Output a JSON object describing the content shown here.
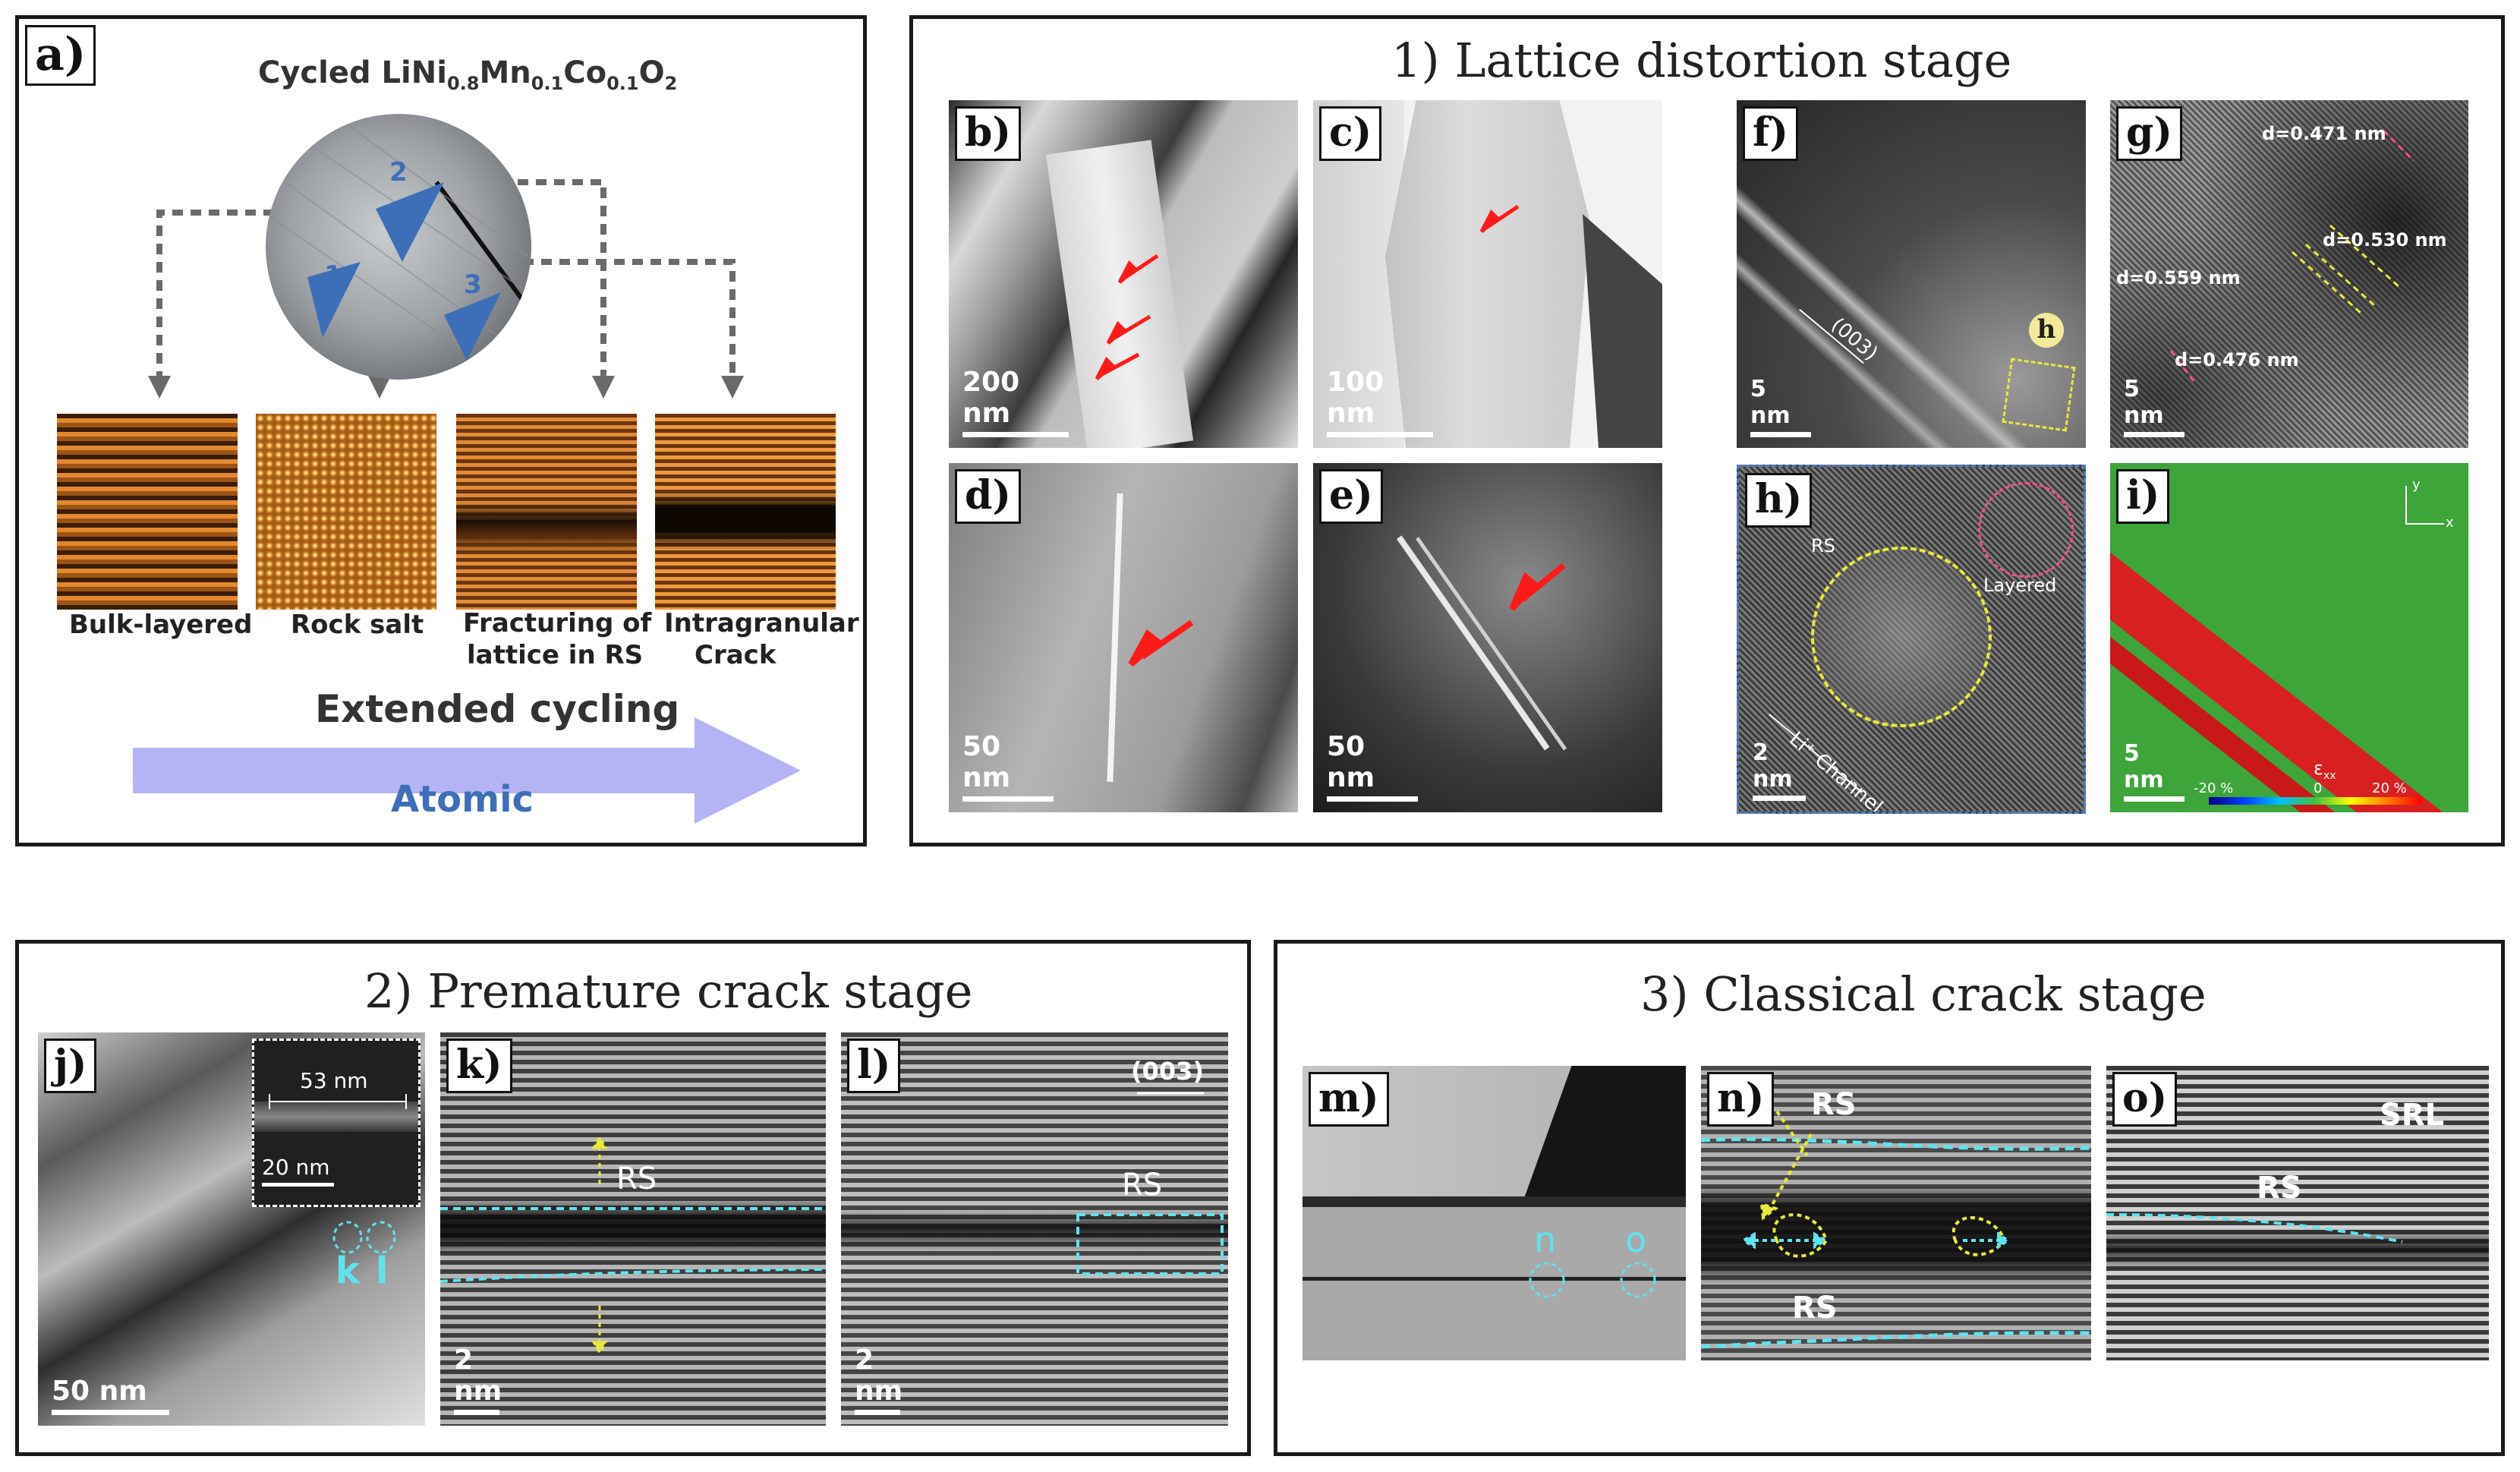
{
  "panel_a": {
    "label": "a)",
    "title_main": "Cycled LiNi",
    "title_sub1": "0.8",
    "title_mid1": "Mn",
    "title_sub2": "0.1",
    "title_mid2": "Co",
    "title_sub3": "0.1",
    "title_mid3": "O",
    "title_sub4": "2",
    "markers": [
      "1",
      "2",
      "3"
    ],
    "thumbs": [
      {
        "caption_l1": "Bulk-layered",
        "caption_l2": ""
      },
      {
        "caption_l1": "Rock salt",
        "caption_l2": ""
      },
      {
        "caption_l1": "Fracturing of",
        "caption_l2": "lattice in RS"
      },
      {
        "caption_l1": "Intragranular",
        "caption_l2": "Crack"
      }
    ],
    "arrow_top": "Extended cycling",
    "arrow_bottom": "Atomic",
    "colors": {
      "marker_blue": "#3d6fb8",
      "arrow_lavender": "#b4b4f4",
      "atomic_text": "#3d6fb8"
    }
  },
  "stage1": {
    "title": "1) Lattice distortion stage",
    "panels": [
      {
        "label": "b)",
        "scale": "200 nm"
      },
      {
        "label": "c)",
        "scale": "100 nm"
      },
      {
        "label": "d)",
        "scale": "50 nm"
      },
      {
        "label": "e)",
        "scale": "50 nm"
      },
      {
        "label": "f)",
        "scale": "5 nm",
        "annotation": "(003)",
        "marker": "h"
      },
      {
        "label": "g)",
        "scale": "5 nm",
        "d_values": [
          "d=0.471 nm",
          "d=0.530 nm",
          "d=0.559 nm",
          "d=0.476 nm"
        ]
      },
      {
        "label": "h)",
        "scale": "2 nm",
        "regions": [
          "RS",
          "Layered"
        ],
        "channel": "Li⁺ Channel"
      },
      {
        "label": "i)",
        "scale": "5 nm",
        "axis_y": "y",
        "axis_x": "x",
        "cbar_min": "-20 %",
        "cbar_mid": "0",
        "cbar_max": "20 %",
        "cbar_title": "ε",
        "cbar_sub": "xx"
      }
    ]
  },
  "stage2": {
    "title": "2) Premature crack stage",
    "panels": [
      {
        "label": "j)",
        "scale": "50 nm",
        "inset_dim": "53 nm",
        "inset_scale": "20 nm",
        "markers": [
          "k",
          "l"
        ]
      },
      {
        "label": "k)",
        "scale": "2 nm",
        "region": "RS"
      },
      {
        "label": "l)",
        "scale": "2 nm",
        "region": "RS",
        "plane": "(003)"
      }
    ]
  },
  "stage3": {
    "title": "3) Classical crack stage",
    "panels": [
      {
        "label": "m)",
        "markers": [
          "n",
          "o"
        ]
      },
      {
        "label": "n)",
        "regions": [
          "RS",
          "RS"
        ]
      },
      {
        "label": "o)",
        "regions": [
          "SRL",
          "RS"
        ]
      }
    ]
  }
}
